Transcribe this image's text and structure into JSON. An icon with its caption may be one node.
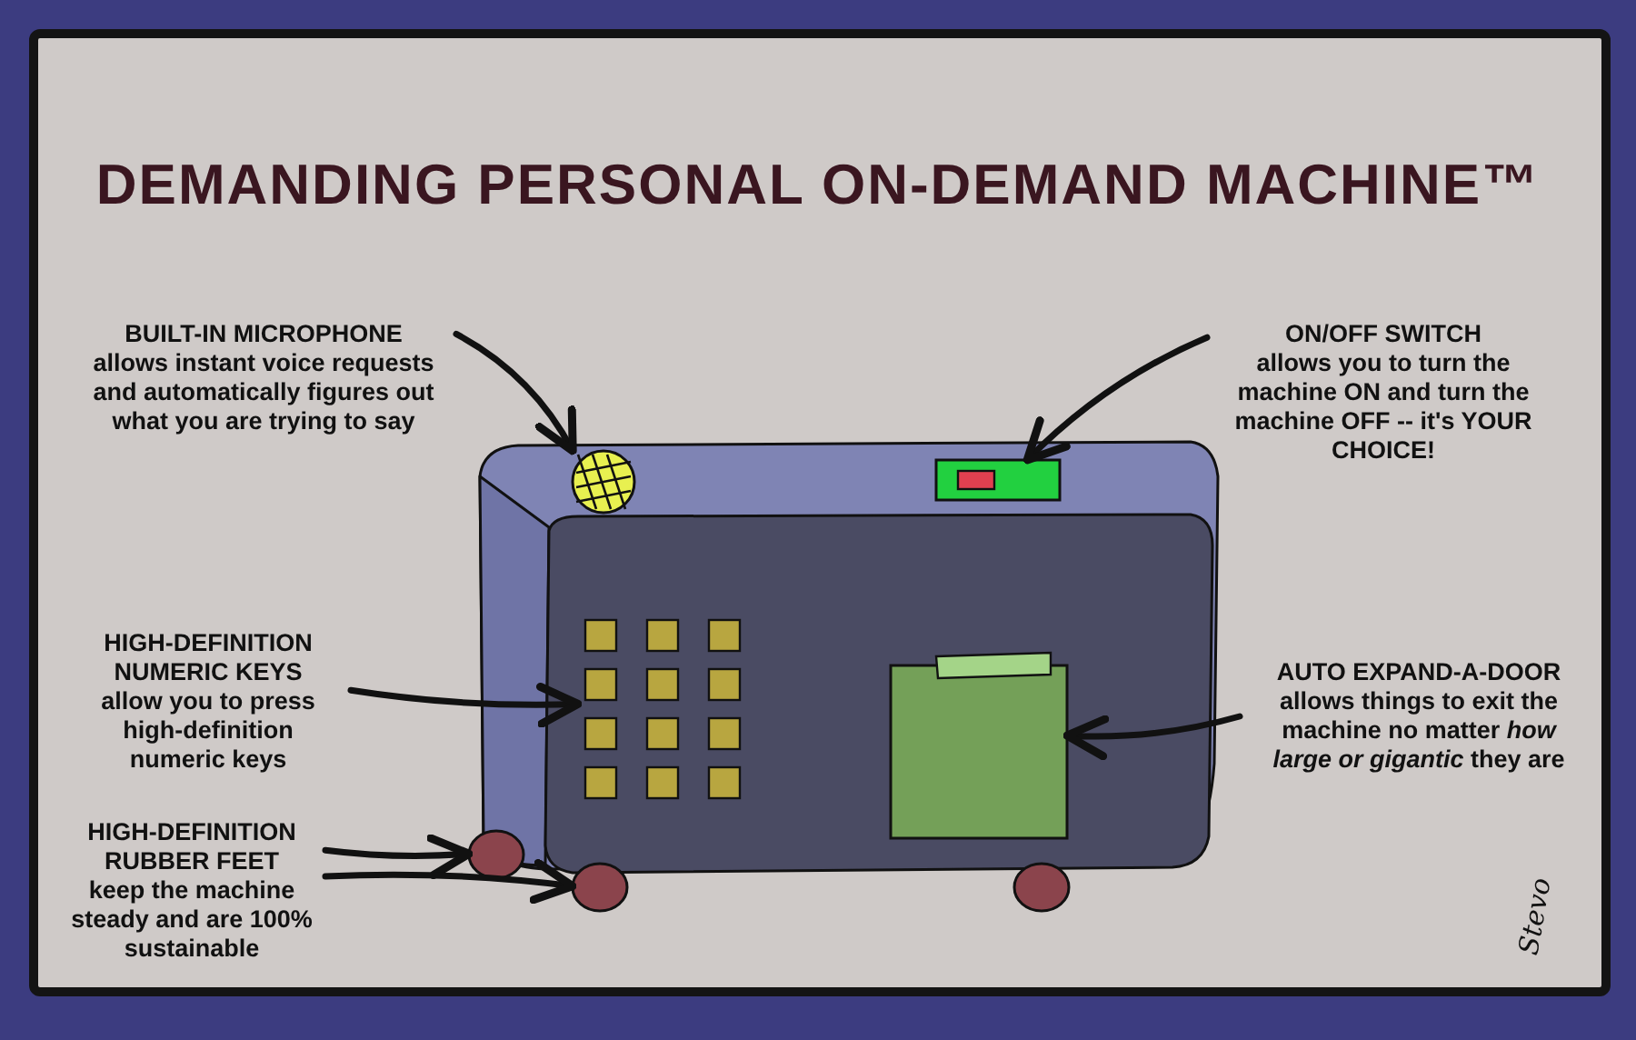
{
  "diagram": {
    "title": "DEMANDING PERSONAL ON-DEMAND MACHINE™",
    "nodes": [
      {
        "text": [
          "BUILT-IN MICROPHONE",
          "allows instant voice requests and automatically figures out what you are trying to say"
        ]
      },
      {
        "text": [
          "ON/OFF SWITCH",
          "allows you to turn the machine ON and turn the machine OFF -- it's YOUR CHOICE!"
        ]
      },
      {
        "text": [
          "HIGH-DEFINITION NUMERIC KEYS",
          "allow you to press high-definition numeric keys"
        ]
      },
      {
        "text": [
          "AUTO EXPAND-A-DOOR",
          "allows things to exit the machine no matter *how large or gigantic* they are"
        ]
      },
      {
        "text": [
          "HIGH-DEFINITION RUBBER FEET",
          "keep the machine steady and are 100% sustainable"
        ]
      },
      {
        "text": [],
        "shape": "circle"
      },
      {
        "text": [],
        "shape": "box"
      },
      {
        "text": [],
        "shape": "box"
      },
      {
        "text": [],
        "shape": "box"
      },
      {
        "text": [],
        "shape": "circle"
      },
      {
        "text": [],
        "shape": "circle"
      }
    ],
    "edges": [
      {
        "from": 0,
        "to": 5,
        "arrow": "to"
      },
      {
        "from": 1,
        "to": 6,
        "arrow": "to"
      },
      {
        "from": 2,
        "to": 7,
        "arrow": "to"
      },
      {
        "from": 3,
        "to": 8,
        "arrow": "to"
      },
      {
        "from": 4,
        "to": 9,
        "arrow": "to"
      },
      {
        "from": 4,
        "to": 10,
        "arrow": "to"
      }
    ],
    "labels": [
      "Stevo"
    ]
  }
}
